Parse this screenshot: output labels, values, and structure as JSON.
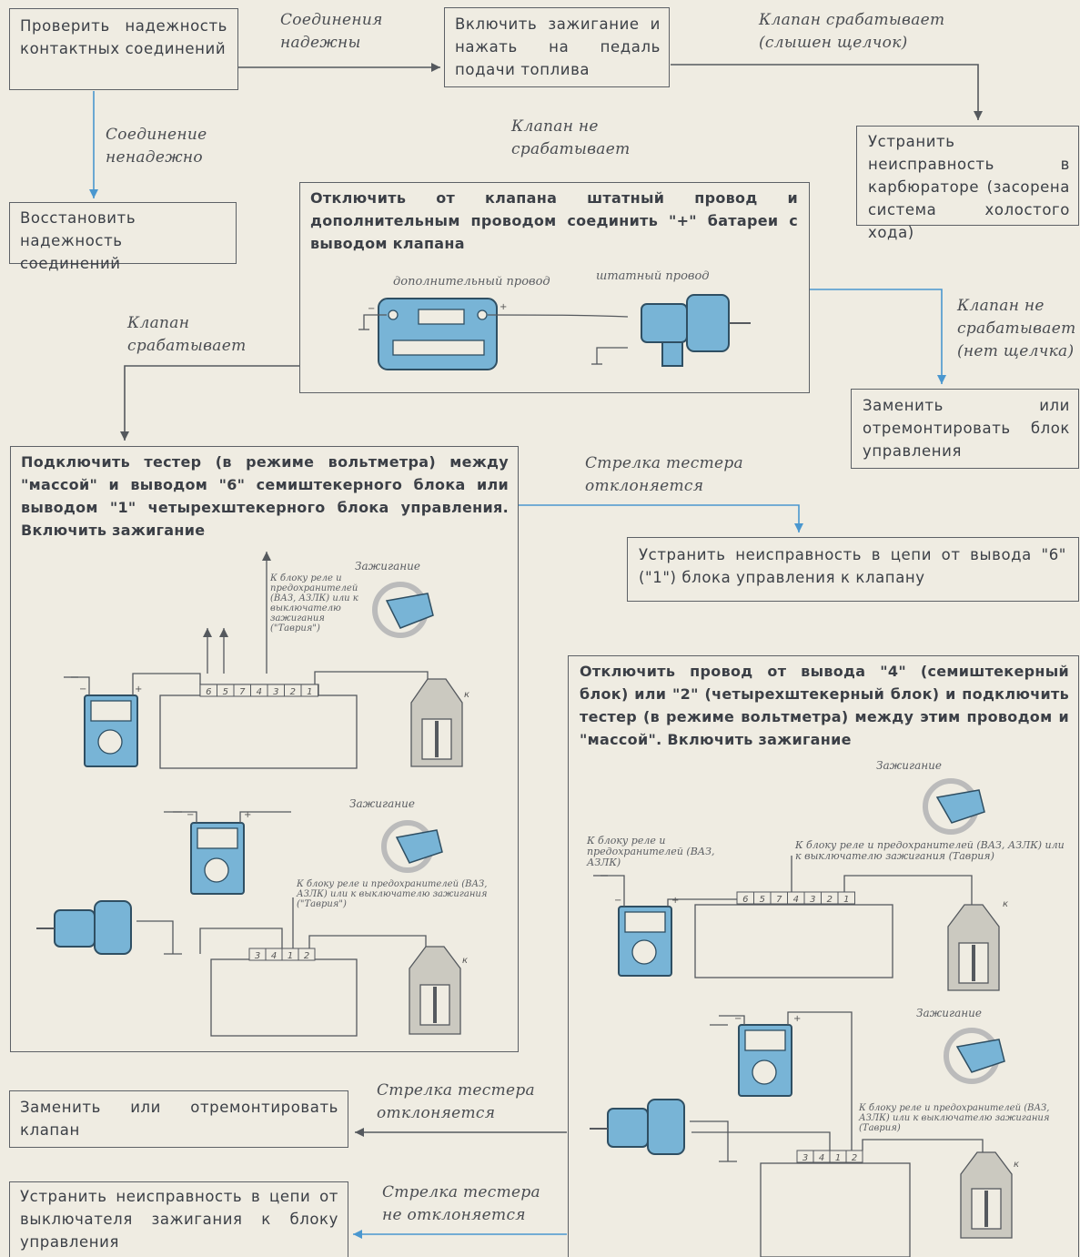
{
  "colors": {
    "accent_blue": "#4a97cf",
    "device_blue": "#78b4d6",
    "line": "#55595e",
    "bg": "#efece2"
  },
  "boxes": {
    "check": "Проверить надежность контактных соединений",
    "ignition": "Включить зажигание и нажать на педаль подачи топлива",
    "fix_carb": "Устранить неисправность в карбюраторе (засорена система холостого хода)",
    "restore": "Восстановить надежность соединений",
    "disconnect": "Отключить от клапана штатный провод и дополнительным проводом соединить \"+\" батареи с выводом клапана",
    "replace_unit": "Заменить или отремонтировать блок управления",
    "tester6": "Подключить тестер (в режиме вольтметра) между \"массой\" и выводом \"6\" семиштекерного блока или выводом \"1\" четырехштекерного блока управления. Включить зажигание",
    "fix_circuit": "Устранить неисправность в цепи от вывода \"6\" (\"1\") блока управления к клапану",
    "tester4": "Отключить провод от вывода \"4\" (семиштекерный блок) или \"2\" (четырехштекерный блок) и подключить тестер (в режиме вольтметра) между этим проводом и \"массой\". Включить зажигание",
    "replace_valve": "Заменить или отремонтировать клапан",
    "fix_switch": "Устранить неисправность в цепи от выключателя зажигания к блоку управления"
  },
  "labels": {
    "conn_ok": "Соединения надежны",
    "conn_bad": "Соединение ненадежно",
    "valve_click": "Клапан срабатывает (слышен щелчок)",
    "valve_no": "Клапан не срабатывает",
    "valve_works": "Клапан срабатывает",
    "valve_no_click": "Клапан не срабатывает (нет щелчка)",
    "needle_dev1": "Стрелка тестера отклоняется",
    "needle_dev2": "Стрелка тестера отклоняется",
    "needle_no": "Стрелка тестера не отклоняется"
  },
  "diagram": {
    "extra_wire": "дополнительный провод",
    "std_wire": "штатный провод",
    "ignition": "Зажигание",
    "note_relay_short": "К блоку реле и предохранителей (ВАЗ, АЗЛК) или к выключателю зажигания (\"Таврия\")",
    "note_relay_left": "К блоку реле и предохранителей (ВАЗ, АЗЛК)",
    "note_relay_right": "К блоку реле и предохранителей (ВАЗ, АЗЛК) или к выключателю зажигания (Таврия)",
    "pins7": [
      "6",
      "5",
      "7",
      "4",
      "3",
      "2",
      "1"
    ],
    "pins4": [
      "3",
      "4",
      "1",
      "2"
    ],
    "plus": "+",
    "minus": "−",
    "k": "к"
  }
}
